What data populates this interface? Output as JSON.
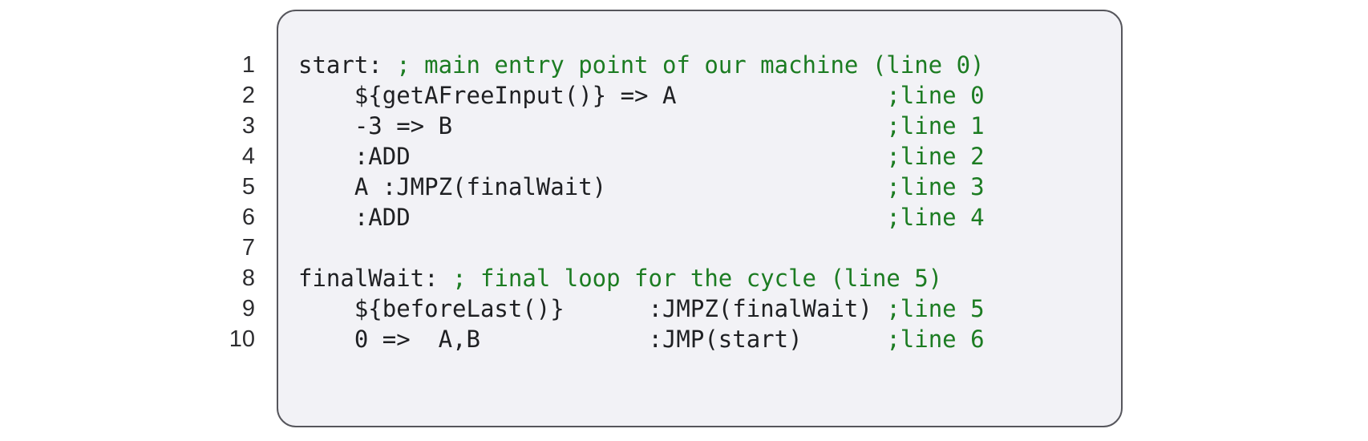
{
  "colors": {
    "page_background": "#ffffff",
    "box_background": "#f2f2f6",
    "box_border": "#56565c",
    "code_text": "#1f2023",
    "comment_text": "#1c7c22",
    "line_number_text": "#2d2d30"
  },
  "code": {
    "language": "zkasm",
    "lines": [
      {
        "n": "1",
        "code": "start: ",
        "comment": "; main entry point of our machine (line 0)"
      },
      {
        "n": "2",
        "code": "    ${getAFreeInput()} => A               ",
        "comment": ";line 0"
      },
      {
        "n": "3",
        "code": "    -3 => B                               ",
        "comment": ";line 1"
      },
      {
        "n": "4",
        "code": "    :ADD                                  ",
        "comment": ";line 2"
      },
      {
        "n": "5",
        "code": "    A :JMPZ(finalWait)                    ",
        "comment": ";line 3"
      },
      {
        "n": "6",
        "code": "    :ADD                                  ",
        "comment": ";line 4"
      },
      {
        "n": "7",
        "code": "",
        "comment": ""
      },
      {
        "n": "8",
        "code": "finalWait: ",
        "comment": "; final loop for the cycle (line 5)"
      },
      {
        "n": "9",
        "code": "    ${beforeLast()}      :JMPZ(finalWait) ",
        "comment": ";line 5"
      },
      {
        "n": "10",
        "code": "    0 =>  A,B            :JMP(start)      ",
        "comment": ";line 6"
      }
    ]
  }
}
